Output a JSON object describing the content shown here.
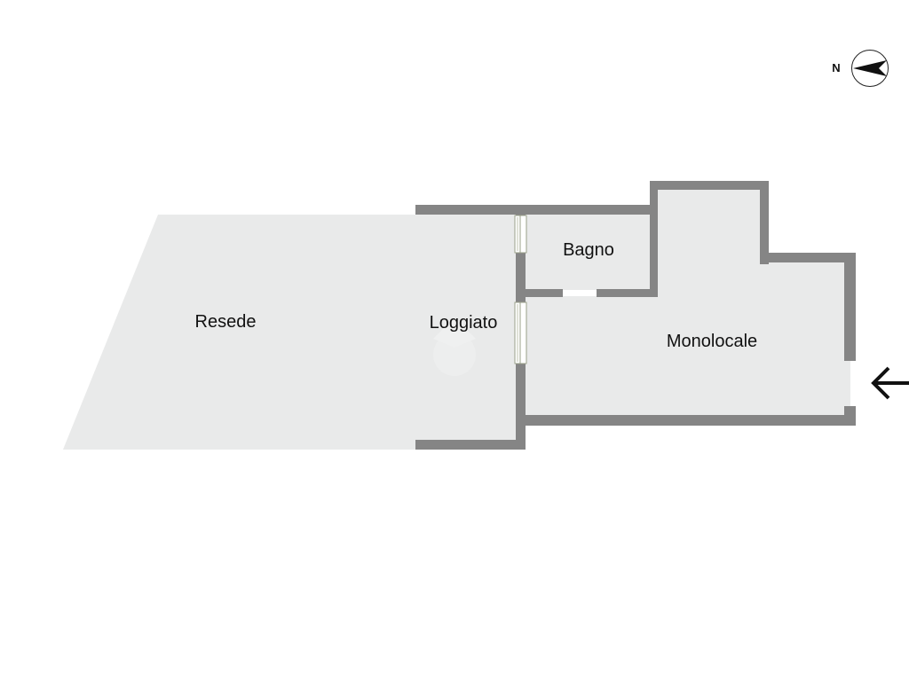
{
  "compass": {
    "north_label": "N",
    "icon": "compass-rose-icon"
  },
  "rooms": {
    "resede": "Resede",
    "loggiato": "Loggiato",
    "bagno": "Bagno",
    "monolocale": "Monolocale"
  },
  "entrance": {
    "icon": "entrance-arrow-icon"
  },
  "colors": {
    "floor": "#e9eaea",
    "wall": "#858585",
    "window_frame": "#a7ab94",
    "label": "#111111"
  }
}
